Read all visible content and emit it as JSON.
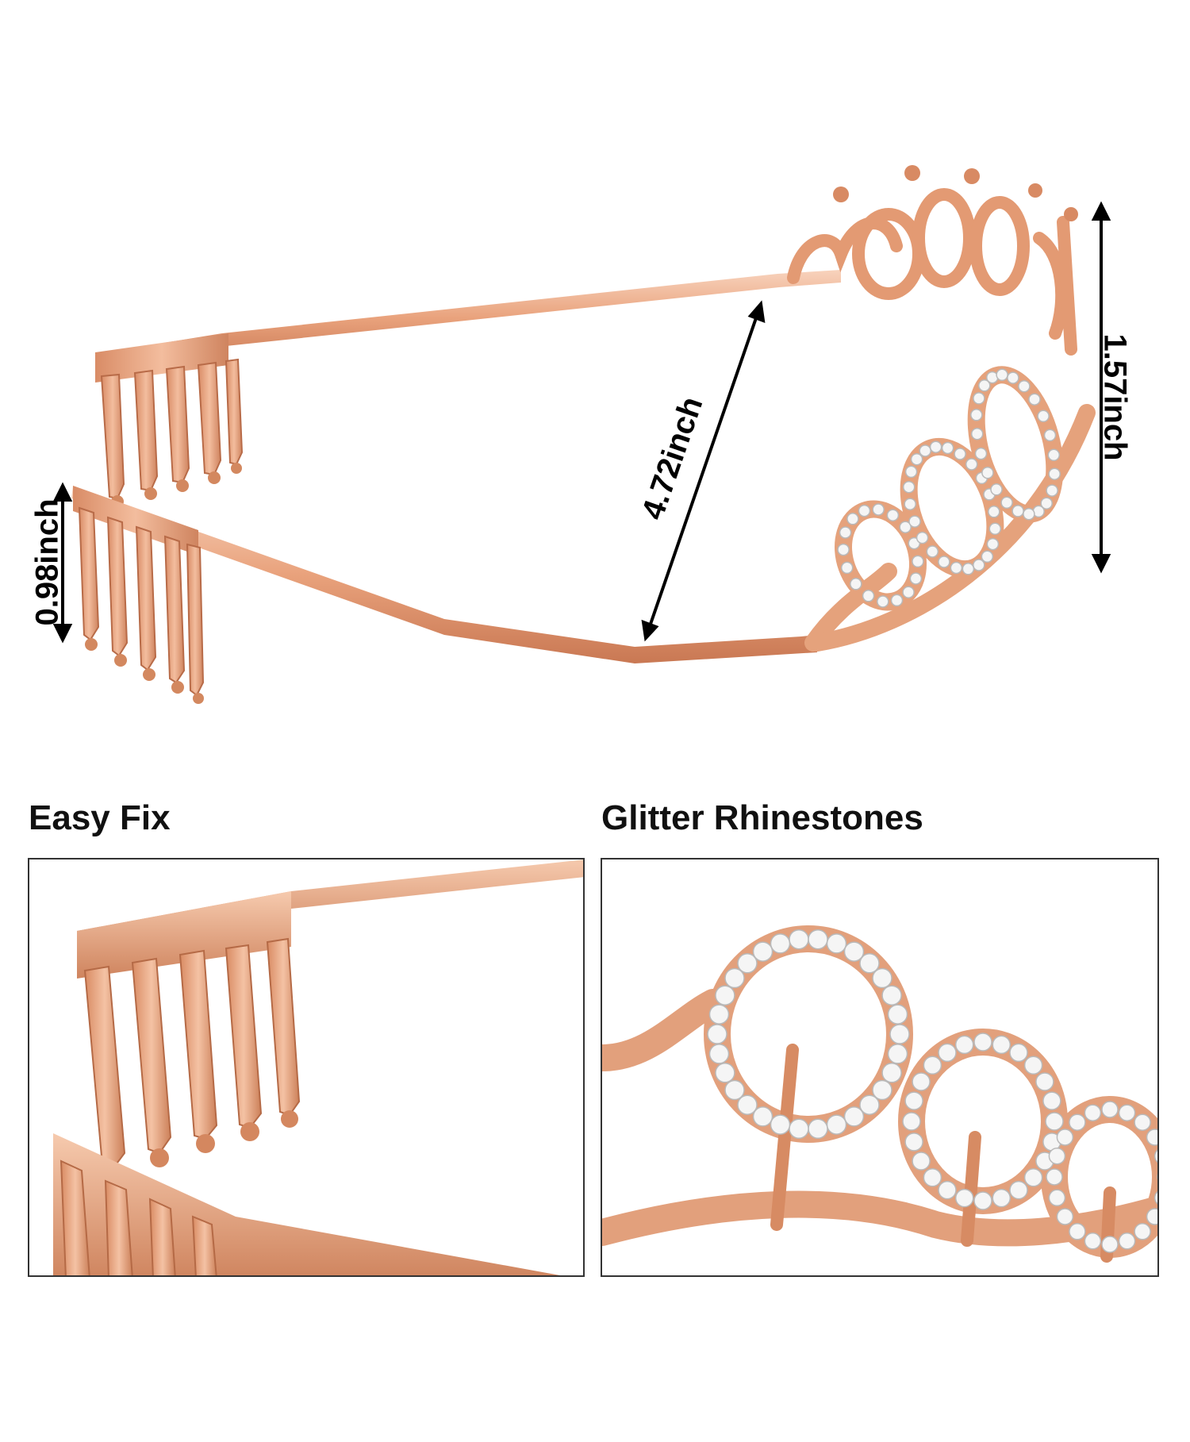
{
  "dimensions": {
    "width_label": "4.72inch",
    "height_label": "1.57inch",
    "comb_label": "0.98inch"
  },
  "features": [
    {
      "title": "Easy Fix"
    },
    {
      "title": "Glitter Rhinestones"
    }
  ],
  "colors": {
    "metal": "#e8a07a",
    "metal_dark": "#c97a55",
    "metal_light": "#f6cdb4",
    "stone": "#f4f4f4",
    "arrow": "#000000",
    "border": "#333333"
  }
}
